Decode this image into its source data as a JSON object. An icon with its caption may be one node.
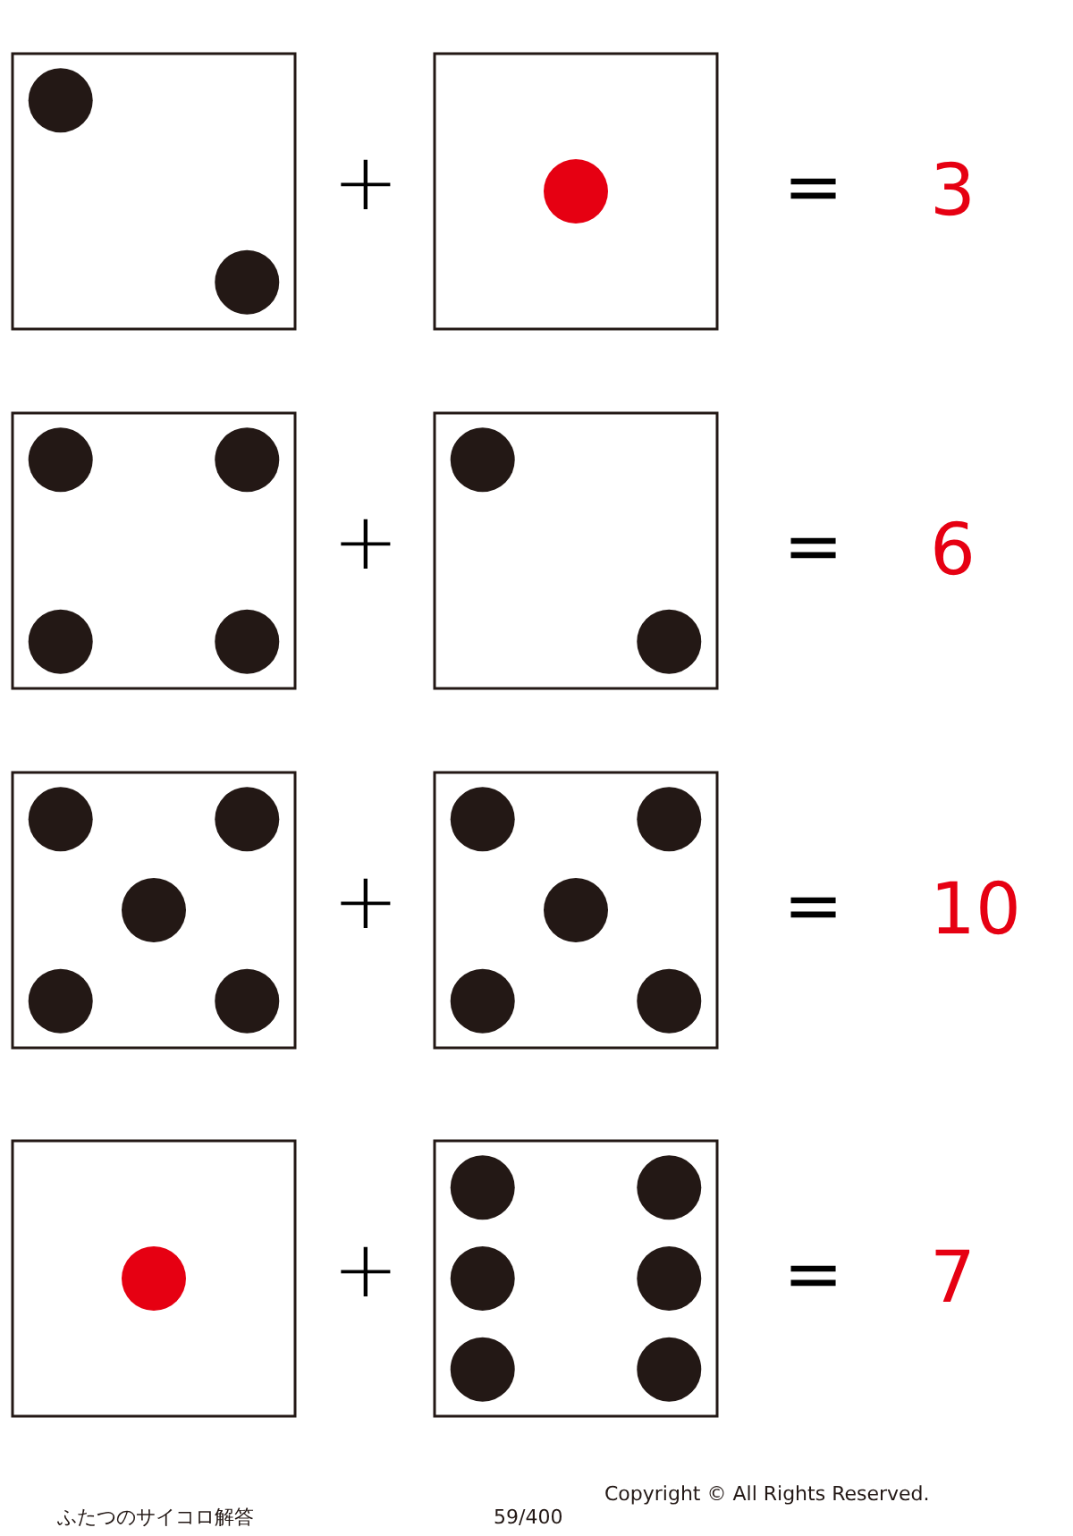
{
  "diagram": {
    "labels": [
      "+",
      "=",
      "3",
      "+",
      "=",
      "6",
      "+",
      "=",
      "10",
      "+",
      "=",
      "7",
      "ふたつのサイコロ解答",
      "59/400",
      "Copyright © All Rights Reserved."
    ]
  }
}
